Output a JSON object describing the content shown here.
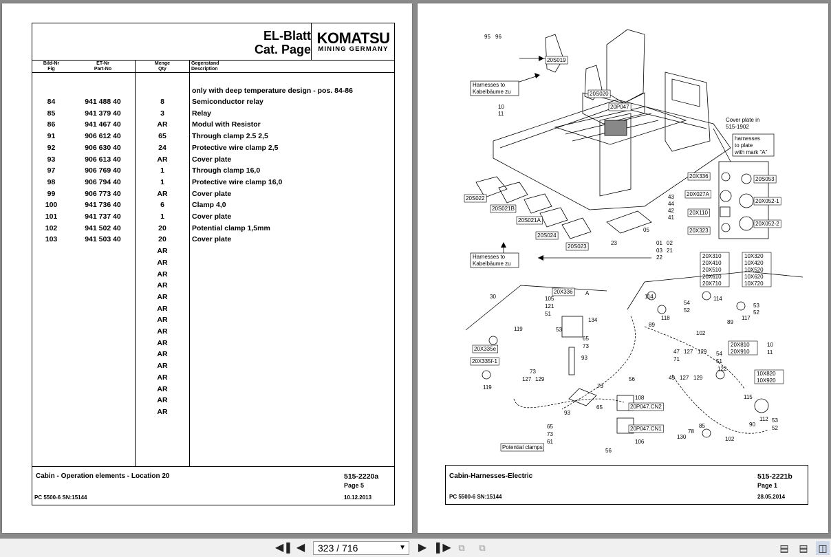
{
  "left_sheet": {
    "title_line1": "EL-Blatt",
    "title_line2": "Cat. Page",
    "logo_main": "KOMATSU",
    "logo_sub": "MINING GERMANY",
    "columns": {
      "fig_de": "Bild-Nr",
      "fig_en": "Fig",
      "part_de": "ET-Nr",
      "part_en": "Part-No",
      "qty_de": "Menge",
      "qty_en": "Qty",
      "desc_de": "Gegenstand",
      "desc_en": "Description"
    },
    "note": "only with deep temperature design - pos. 84-86",
    "rows": [
      {
        "fig": "84",
        "part": "941 488 40",
        "qty": "8",
        "desc": "Semiconductor relay"
      },
      {
        "fig": "85",
        "part": "941 379 40",
        "qty": "3",
        "desc": "Relay"
      },
      {
        "fig": "86",
        "part": "941 467 40",
        "qty": "AR",
        "desc": "Modul with Resistor"
      },
      {
        "fig": "91",
        "part": "906 612 40",
        "qty": "65",
        "desc": "Through clamp 2.5 2,5"
      },
      {
        "fig": "92",
        "part": "906 630 40",
        "qty": "24",
        "desc": "Protective wire clamp 2,5"
      },
      {
        "fig": "93",
        "part": "906 613 40",
        "qty": "AR",
        "desc": "Cover plate"
      },
      {
        "fig": "97",
        "part": "906 769 40",
        "qty": "1",
        "desc": "Through clamp 16,0"
      },
      {
        "fig": "98",
        "part": "906 794 40",
        "qty": "1",
        "desc": "Protective wire clamp 16,0"
      },
      {
        "fig": "99",
        "part": "906 773 40",
        "qty": "AR",
        "desc": "Cover plate"
      },
      {
        "fig": "100",
        "part": "941 736 40",
        "qty": "6",
        "desc": "Clamp 4,0"
      },
      {
        "fig": "101",
        "part": "941 737 40",
        "qty": "1",
        "desc": "Cover plate"
      },
      {
        "fig": "102",
        "part": "941 502 40",
        "qty": "20",
        "desc": "Potential clamp 1,5mm"
      },
      {
        "fig": "103",
        "part": "941 503 40",
        "qty": "20",
        "desc": "Cover plate"
      },
      {
        "fig": "",
        "part": "",
        "qty": "AR",
        "desc": ""
      },
      {
        "fig": "",
        "part": "",
        "qty": "AR",
        "desc": ""
      },
      {
        "fig": "",
        "part": "",
        "qty": "AR",
        "desc": ""
      },
      {
        "fig": "",
        "part": "",
        "qty": "AR",
        "desc": ""
      },
      {
        "fig": "",
        "part": "",
        "qty": "AR",
        "desc": ""
      },
      {
        "fig": "",
        "part": "",
        "qty": "AR",
        "desc": ""
      },
      {
        "fig": "",
        "part": "",
        "qty": "AR",
        "desc": ""
      },
      {
        "fig": "",
        "part": "",
        "qty": "AR",
        "desc": ""
      },
      {
        "fig": "",
        "part": "",
        "qty": "AR",
        "desc": ""
      },
      {
        "fig": "",
        "part": "",
        "qty": "AR",
        "desc": ""
      },
      {
        "fig": "",
        "part": "",
        "qty": "AR",
        "desc": ""
      },
      {
        "fig": "",
        "part": "",
        "qty": "AR",
        "desc": ""
      },
      {
        "fig": "",
        "part": "",
        "qty": "AR",
        "desc": ""
      },
      {
        "fig": "",
        "part": "",
        "qty": "AR",
        "desc": ""
      },
      {
        "fig": "",
        "part": "",
        "qty": "AR",
        "desc": ""
      }
    ],
    "footer": {
      "title": "Cabin - Operation elements - Location 20",
      "doc_no": "515-2220a",
      "page": "Page 5",
      "model": "PC 5500-6 SN:15144",
      "date": "10.12.2013"
    }
  },
  "right_sheet": {
    "labels": {
      "harness1_line1": "Harnesses to",
      "harness1_line2": "Kabelbäume zu",
      "harness2_line1": "Harnesses to",
      "harness2_line2": "Kabelbäume zu",
      "cover_line1": "Cover plate in",
      "cover_line2": "515-1902",
      "mark_line1": "harnesses",
      "mark_line2": "to plate",
      "mark_line3": "with mark \"A\"",
      "s019": "20S019",
      "s020": "20S020",
      "p047": "20P047",
      "s022": "20S022",
      "s021b": "20S021B",
      "s021a": "20S021A",
      "s024": "20S024",
      "s023": "20S023",
      "x336": "20X336",
      "x027a": "20X027A",
      "x110": "20X110",
      "x323": "20X323",
      "s053": "20S053",
      "x0521": "20X052-1",
      "x0522": "20X052-2",
      "x336b": "20X336",
      "mark_a": "A",
      "x335e": "20X335e",
      "x335f": "20X335f-1",
      "cn2": "20P047.CN2",
      "cn1": "20P047.CN1",
      "pot": "Potential clamps",
      "n95": "95",
      "n96": "96",
      "n10": "10",
      "n11": "11",
      "n43": "43",
      "n44": "44",
      "n42": "42",
      "n41": "41",
      "n05": "05",
      "n23": "23",
      "n01": "01",
      "n02": "02",
      "n03": "03",
      "n21": "21",
      "n22": "22",
      "n30": "30",
      "n105": "105",
      "n121": "121",
      "n51": "51",
      "n134": "134",
      "n53": "53",
      "n65": "65",
      "n73": "73",
      "n93": "93",
      "n119": "119",
      "n127": "127",
      "n129": "129",
      "n73b": "73",
      "n119b": "119",
      "n73c": "73",
      "n56": "56",
      "n108": "108",
      "n65b": "65",
      "n93b": "93",
      "n106": "106",
      "n56b": "56",
      "n65c": "65",
      "n73d": "73",
      "n61": "61",
      "n114": "114",
      "n54": "54",
      "n52": "52",
      "n89": "89",
      "n118": "118",
      "n114b": "114",
      "n53b": "53",
      "n52b": "52",
      "n117": "117",
      "n89b": "89",
      "n102": "102",
      "n47": "47",
      "n127b": "127",
      "n129b": "129",
      "n71": "71",
      "n54b": "54",
      "n51b": "51",
      "n10b": "10",
      "n11b": "11",
      "n49": "49",
      "n127c": "127",
      "n129c": "129",
      "n122": "122",
      "n115": "115",
      "n112": "112",
      "n90": "90",
      "n53c": "53",
      "n52c": "52",
      "n85": "85",
      "n78": "78",
      "n130": "130",
      "n102b": "102"
    },
    "connector_table_left": [
      "20X310",
      "20X410",
      "20X510",
      "20X610",
      "20X710"
    ],
    "connector_table_right": [
      "10X320",
      "10X420",
      "10X520",
      "10X620",
      "10X720"
    ],
    "x810": "20X810",
    "x910": "20X910",
    "x820": "10X820",
    "x920": "10X920",
    "footer": {
      "title": "Cabin-Harnesses-Electric",
      "doc_no": "515-2221b",
      "page": "Page 1",
      "model": "PC 5500-6 SN:15144",
      "date": "28.05.2014"
    }
  },
  "toolbar": {
    "first_icon": "first-page-icon",
    "prev_icon": "previous-page-icon",
    "page_indicator": "323 / 716",
    "next_icon": "next-page-icon",
    "last_icon": "last-page-icon"
  }
}
